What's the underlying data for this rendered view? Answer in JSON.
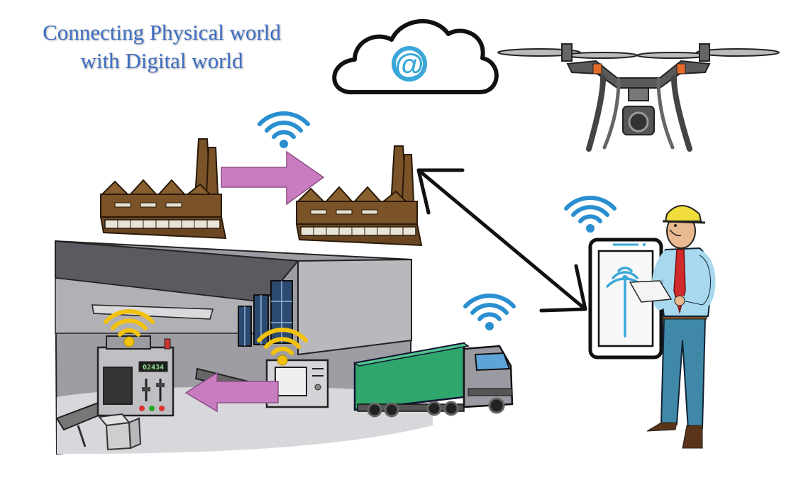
{
  "title": {
    "line1": "Connecting Physical world",
    "line2": "with Digital world"
  },
  "machine_display": "02434",
  "cloud_symbol": "@",
  "icons": [
    "cloud-icon",
    "drone-icon",
    "factory-icon",
    "arrow-icon",
    "wifi-icon",
    "conveyor-machine-icon",
    "truck-icon",
    "tablet-icon",
    "engineer-icon",
    "box-icon"
  ],
  "colors": {
    "title": "#3f6fc4",
    "wifi_blue": "#2a8fd0",
    "wifi_yellow": "#f2c20c",
    "arrow_pink": "#c97cc0",
    "factory_brown": "#7a5328",
    "truck_green": "#2fa66c",
    "helmet_yellow": "#f0dc3a",
    "tie_red": "#d02a2a"
  }
}
